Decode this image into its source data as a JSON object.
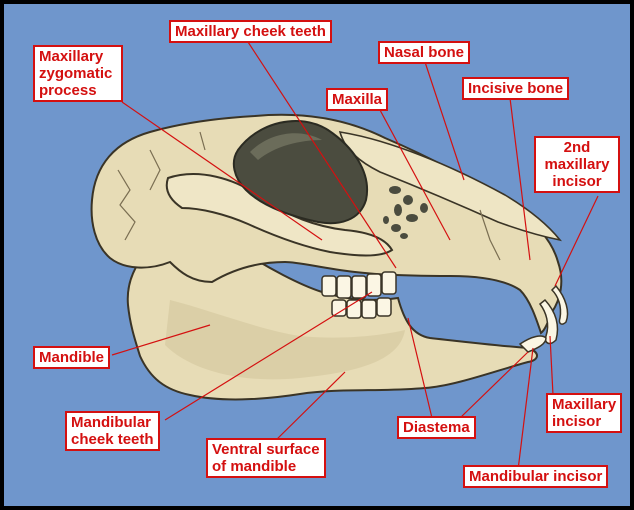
{
  "labels": {
    "maxillary_zygomatic_process": [
      "Maxillary",
      "zygomatic",
      "process"
    ],
    "maxillary_cheek_teeth": "Maxillary cheek teeth",
    "nasal_bone": "Nasal bone",
    "maxilla": "Maxilla",
    "incisive_bone": "Incisive bone",
    "second_maxillary_incisor": [
      "2nd",
      "maxillary",
      "incisor"
    ],
    "mandible": "Mandible",
    "mandibular_cheek_teeth": [
      "Mandibular",
      "cheek teeth"
    ],
    "ventral_surface_of_mandible": [
      "Ventral surface",
      "of mandible"
    ],
    "diastema": "Diastema",
    "maxillary_incisor": [
      "Maxillary",
      "incisor"
    ],
    "mandibular_incisor": "Mandibular incisor"
  },
  "colors": {
    "background": "#6f96cc",
    "frame": "#000000",
    "label_border": "#d41010",
    "label_text": "#d41010",
    "leader_line": "#d41010",
    "bone": "#e7dcb6",
    "bone_shadow": "#c6b88c",
    "orbit": "#494a3d"
  }
}
